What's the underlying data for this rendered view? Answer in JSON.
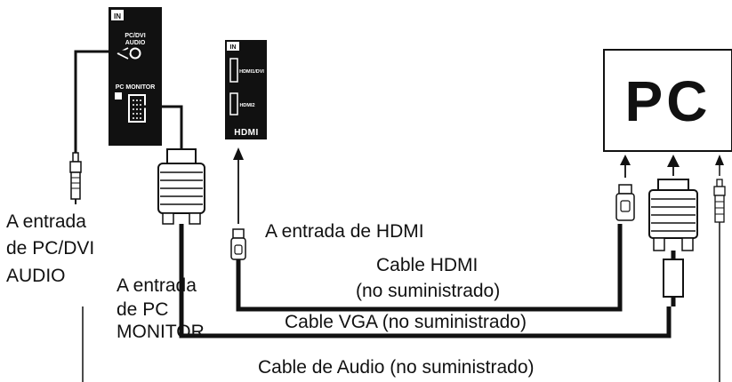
{
  "panel_tv_back": {
    "in_label": "IN",
    "audio_jack_label_line1": "PC/DVI",
    "audio_jack_label_line2": "AUDIO",
    "vga_port_label": "PC MONITOR"
  },
  "panel_hdmi": {
    "in_label": "IN",
    "hdmi1_label": "HDMI1/DVI",
    "hdmi2_label": "HDMI2",
    "logo_text": "HDMI"
  },
  "pc_box": {
    "label": "PC"
  },
  "labels": {
    "audio_input_line1": "A entrada",
    "audio_input_line2": "de PC/DVI",
    "audio_input_line3": "AUDIO",
    "pc_monitor_input_line1": "A entrada",
    "pc_monitor_input_line2": "de PC",
    "pc_monitor_input_line3": "MONITOR",
    "hdmi_input": "A entrada de HDMI",
    "hdmi_cable_line1": "Cable HDMI",
    "hdmi_cable_line2": "(no suministrado)",
    "vga_cable": "Cable VGA (no suministrado)",
    "audio_cable": "Cable de Audio (no suministrado)"
  },
  "colors": {
    "panel_fill": "#111111",
    "cable": "#111111",
    "background": "#ffffff"
  }
}
